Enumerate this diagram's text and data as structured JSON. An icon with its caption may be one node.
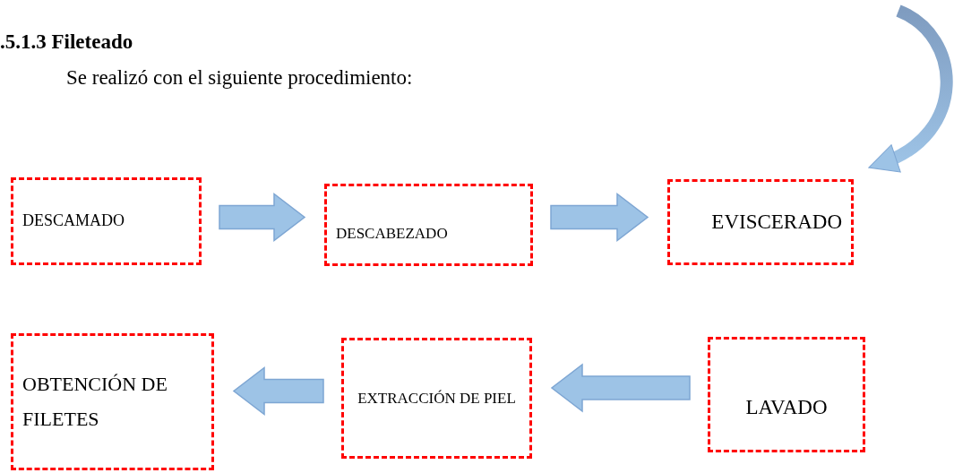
{
  "diagram": {
    "title": ".5.1.3 Fileteado",
    "nodes": [
      {
        "text": [
          "DESCAMADO"
        ]
      },
      {
        "text": [
          "DESCABEZADO"
        ]
      },
      {
        "text": [
          "EVISCERADO"
        ]
      },
      {
        "text": [
          "OBTENCIÓN DE FILETES"
        ]
      },
      {
        "text": [
          "EXTRACCIÓN DE PIEL"
        ]
      },
      {
        "text": [
          "LAVADO"
        ]
      }
    ],
    "edges": [
      {
        "from": 0,
        "to": 1,
        "arrow": "to"
      },
      {
        "from": 1,
        "to": 2,
        "arrow": "to"
      },
      {
        "from": 5,
        "to": 4,
        "arrow": "to"
      },
      {
        "from": 4,
        "to": 3,
        "arrow": "to"
      },
      {
        "from": null,
        "to": 2,
        "arrow": "to"
      }
    ],
    "labels": [
      "Se realizó con el siguiente procedimiento:"
    ]
  }
}
